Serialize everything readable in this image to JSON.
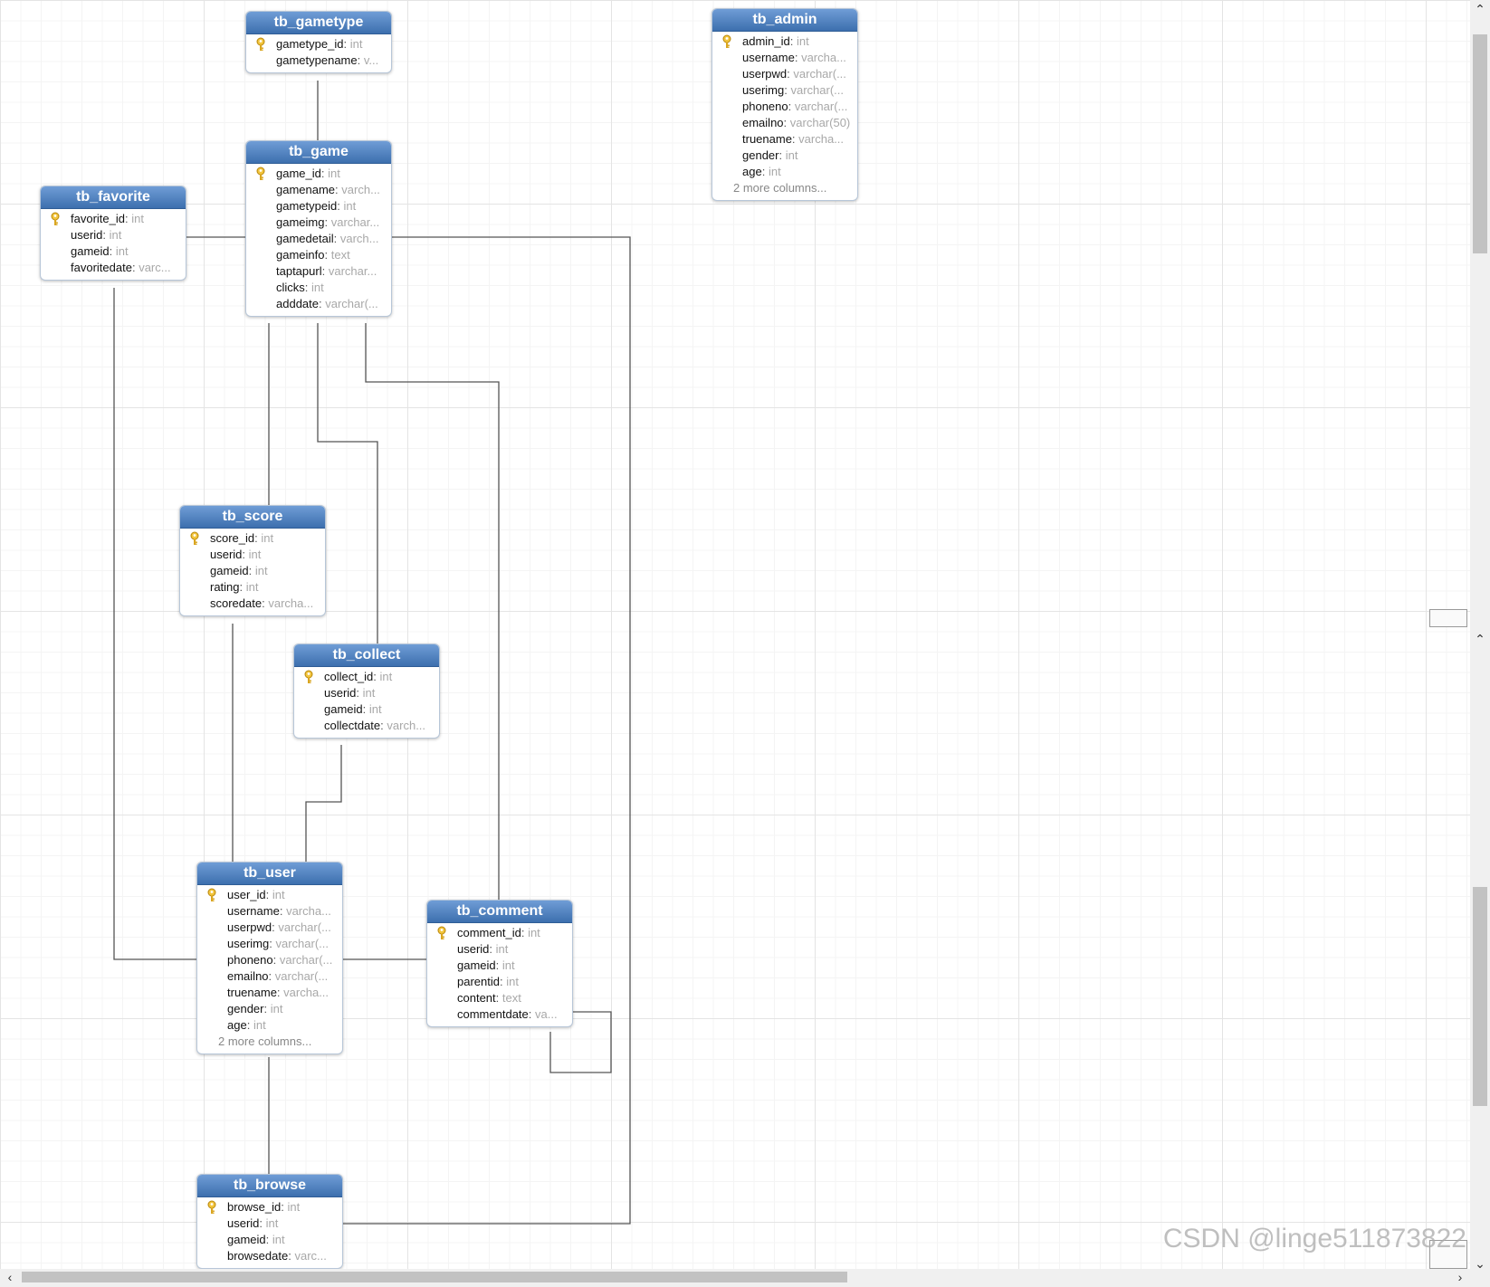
{
  "tables": [
    {
      "id": "gametype",
      "name": "tb_gametype",
      "columns": [
        {
          "name": "gametype_id",
          "type": "int",
          "key": true
        },
        {
          "name": "gametypename",
          "type": "v..."
        }
      ]
    },
    {
      "id": "admin",
      "name": "tb_admin",
      "columns": [
        {
          "name": "admin_id",
          "type": "int",
          "key": true
        },
        {
          "name": "username",
          "type": "varcha..."
        },
        {
          "name": "userpwd",
          "type": "varchar(..."
        },
        {
          "name": "userimg",
          "type": "varchar(..."
        },
        {
          "name": "phoneno",
          "type": "varchar(..."
        },
        {
          "name": "emailno",
          "type": "varchar(50)"
        },
        {
          "name": "truename",
          "type": "varcha..."
        },
        {
          "name": "gender",
          "type": "int"
        },
        {
          "name": "age",
          "type": "int"
        }
      ],
      "more": "2 more columns..."
    },
    {
      "id": "game",
      "name": "tb_game",
      "columns": [
        {
          "name": "game_id",
          "type": "int",
          "key": true
        },
        {
          "name": "gamename",
          "type": "varch..."
        },
        {
          "name": "gametypeid",
          "type": "int"
        },
        {
          "name": "gameimg",
          "type": "varchar..."
        },
        {
          "name": "gamedetail",
          "type": "varch..."
        },
        {
          "name": "gameinfo",
          "type": "text"
        },
        {
          "name": "taptapurl",
          "type": "varchar..."
        },
        {
          "name": "clicks",
          "type": "int"
        },
        {
          "name": "adddate",
          "type": "varchar(..."
        }
      ]
    },
    {
      "id": "favorite",
      "name": "tb_favorite",
      "columns": [
        {
          "name": "favorite_id",
          "type": "int",
          "key": true
        },
        {
          "name": "userid",
          "type": "int"
        },
        {
          "name": "gameid",
          "type": "int"
        },
        {
          "name": "favoritedate",
          "type": "varc..."
        }
      ]
    },
    {
      "id": "score",
      "name": "tb_score",
      "columns": [
        {
          "name": "score_id",
          "type": "int",
          "key": true
        },
        {
          "name": "userid",
          "type": "int"
        },
        {
          "name": "gameid",
          "type": "int"
        },
        {
          "name": "rating",
          "type": "int"
        },
        {
          "name": "scoredate",
          "type": "varcha..."
        }
      ]
    },
    {
      "id": "collect",
      "name": "tb_collect",
      "columns": [
        {
          "name": "collect_id",
          "type": "int",
          "key": true
        },
        {
          "name": "userid",
          "type": "int"
        },
        {
          "name": "gameid",
          "type": "int"
        },
        {
          "name": "collectdate",
          "type": "varch..."
        }
      ]
    },
    {
      "id": "user",
      "name": "tb_user",
      "columns": [
        {
          "name": "user_id",
          "type": "int",
          "key": true
        },
        {
          "name": "username",
          "type": "varcha..."
        },
        {
          "name": "userpwd",
          "type": "varchar(..."
        },
        {
          "name": "userimg",
          "type": "varchar(..."
        },
        {
          "name": "phoneno",
          "type": "varchar(..."
        },
        {
          "name": "emailno",
          "type": "varchar(..."
        },
        {
          "name": "truename",
          "type": "varcha..."
        },
        {
          "name": "gender",
          "type": "int"
        },
        {
          "name": "age",
          "type": "int"
        }
      ],
      "more": "2 more columns..."
    },
    {
      "id": "comment",
      "name": "tb_comment",
      "columns": [
        {
          "name": "comment_id",
          "type": "int",
          "key": true
        },
        {
          "name": "userid",
          "type": "int"
        },
        {
          "name": "gameid",
          "type": "int"
        },
        {
          "name": "parentid",
          "type": "int"
        },
        {
          "name": "content",
          "type": "text"
        },
        {
          "name": "commentdate",
          "type": "va..."
        }
      ]
    },
    {
      "id": "browse",
      "name": "tb_browse",
      "columns": [
        {
          "name": "browse_id",
          "type": "int",
          "key": true
        },
        {
          "name": "userid",
          "type": "int"
        },
        {
          "name": "gameid",
          "type": "int"
        },
        {
          "name": "browsedate",
          "type": "varc..."
        }
      ]
    }
  ],
  "separator": ":",
  "watermark": "CSDN @linge511873822",
  "colors": {
    "header": "#4a7bbf",
    "line": "#555555",
    "type_text": "#a8a8a8",
    "key_icon": "#e8b828"
  },
  "icons": {
    "key": "key-icon",
    "scroll_up": "chevron-up-icon",
    "scroll_down": "chevron-down-icon",
    "scroll_left": "chevron-left-icon",
    "scroll_right": "chevron-right-icon"
  }
}
